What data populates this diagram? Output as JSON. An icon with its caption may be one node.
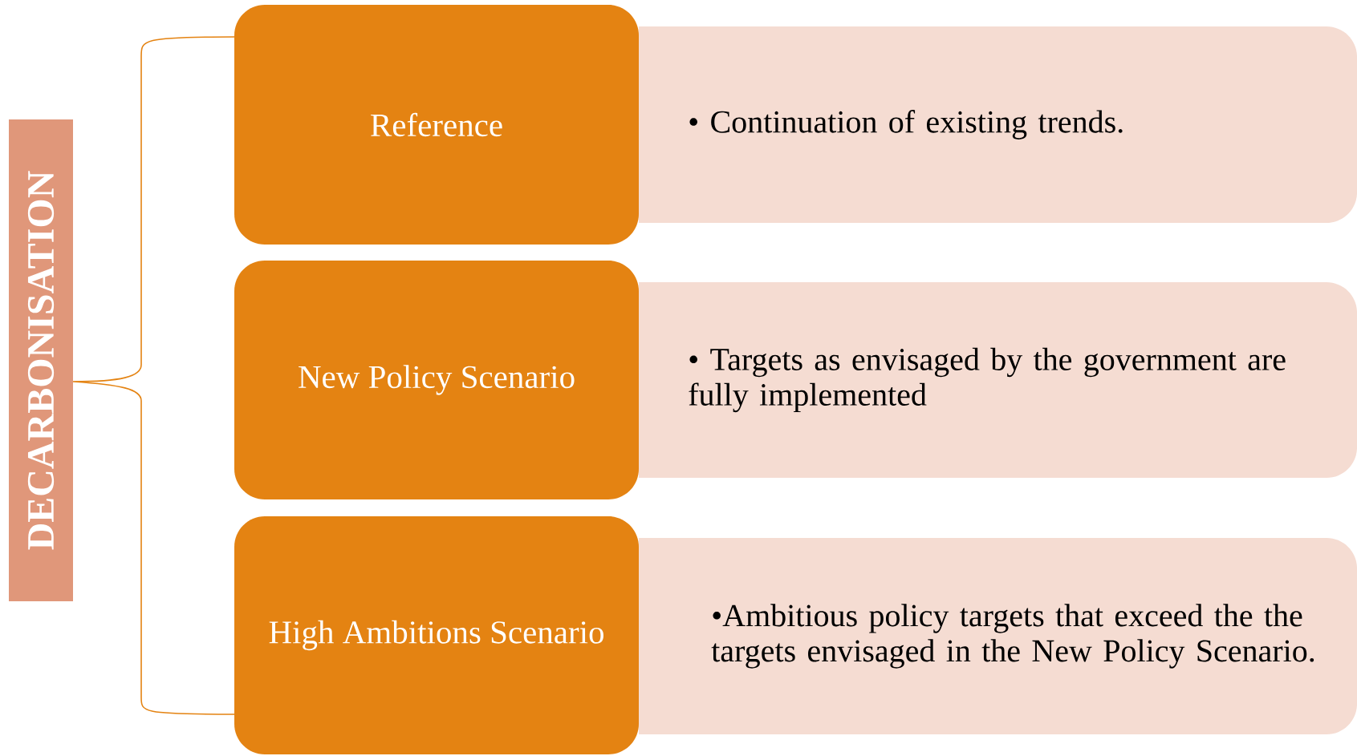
{
  "diagram": {
    "nodes": [
      {
        "text": [
          "DECARBONISATION"
        ]
      },
      {
        "text": [
          "Reference"
        ]
      },
      {
        "text": [
          "• Continuation of existing trends."
        ]
      },
      {
        "text": [
          "New Policy Scenario"
        ]
      },
      {
        "text": [
          "• Targets as envisaged by the government are fully implemented"
        ]
      },
      {
        "text": [
          "High Ambitions Scenario"
        ]
      },
      {
        "text": [
          "•Ambitious policy targets that exceed the the targets envisaged in the New Policy Scenario."
        ]
      }
    ]
  }
}
